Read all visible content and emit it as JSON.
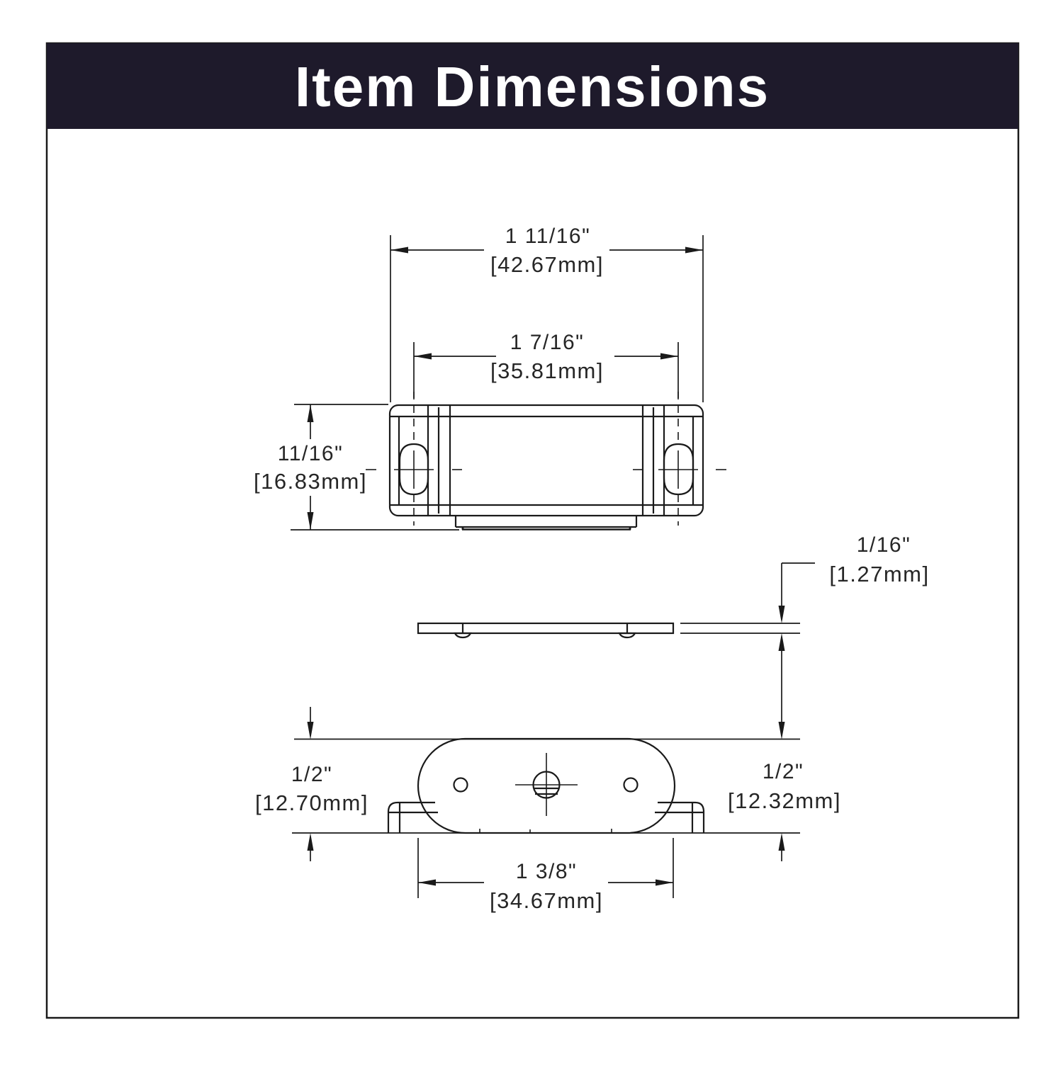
{
  "header": {
    "title": "Item Dimensions",
    "bg_color": "#1e1a2b",
    "text_color": "#ffffff"
  },
  "drawing": {
    "line_color": "#1a1a1a",
    "views": {
      "top_view": "catch-body-top-view",
      "side_view": "catch-plate-side-view",
      "bottom_view": "catch-base-bottom-view"
    }
  },
  "dimensions": {
    "overall_width": {
      "inch": "1 11/16\"",
      "mm": "[42.67mm]"
    },
    "slot_spacing": {
      "inch": "1 7/16\"",
      "mm": "[35.81mm]"
    },
    "body_depth": {
      "inch": "11/16\"",
      "mm": "[16.83mm]"
    },
    "plate_thickness": {
      "inch": "1/16\"",
      "mm": "[1.27mm]"
    },
    "left_height": {
      "inch": "1/2\"",
      "mm": "[12.70mm]"
    },
    "right_height": {
      "inch": "1/2\"",
      "mm": "[12.32mm]"
    },
    "plate_width": {
      "inch": "1 3/8\"",
      "mm": "[34.67mm]"
    }
  }
}
